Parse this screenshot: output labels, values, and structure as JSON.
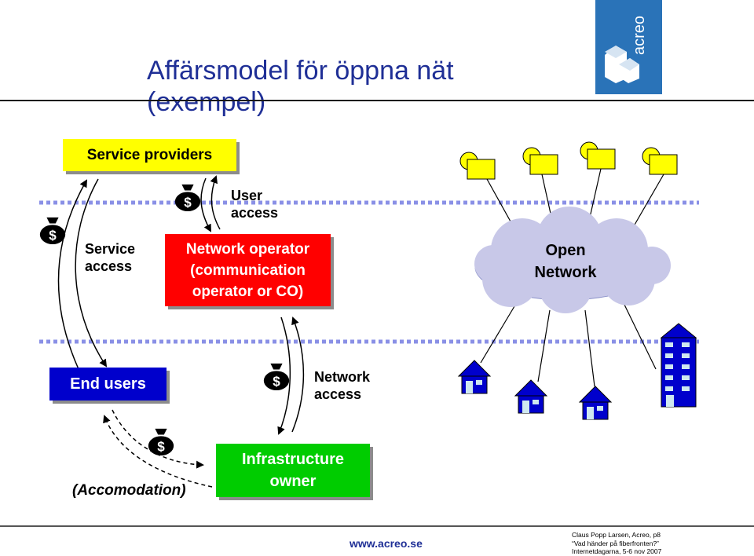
{
  "slide": {
    "title_line1": "Affärsmodel för öppna nät",
    "title_line2": "(exempel)",
    "logo_text": "acreo",
    "url": "www.acreo.se",
    "credit_line1": "Claus Popp Larsen, Acreo, p8",
    "credit_line2": "“Vad händer på fiberfronten?”",
    "credit_line3": "Internetdagarna, 5-6 nov 2007"
  },
  "diagram": {
    "service_providers": "Service providers",
    "network_operator_line1": "Network operator",
    "network_operator_line2": "(communication",
    "network_operator_line3": "operator or CO)",
    "end_users": "End users",
    "infrastructure_owner_line1": "Infrastructure",
    "infrastructure_owner_line2": "owner",
    "user_access_line1": "User",
    "user_access_line2": "access",
    "service_access_line1": "Service",
    "service_access_line2": "access",
    "network_access_line1": "Network",
    "network_access_line2": "access",
    "accomodation": "(Accomodation)",
    "open_network_line1": "Open",
    "open_network_line2": "Network",
    "money_symbol": "$"
  },
  "colors": {
    "title": "#1f2f96",
    "logo": "#2a73b8",
    "service_providers": "#ffff00",
    "network_operator": "#ff0000",
    "end_users": "#0000cc",
    "infrastructure_owner": "#00cc00",
    "dotted_lines": "#8a90e6",
    "cloud": "#c8c8e8"
  }
}
